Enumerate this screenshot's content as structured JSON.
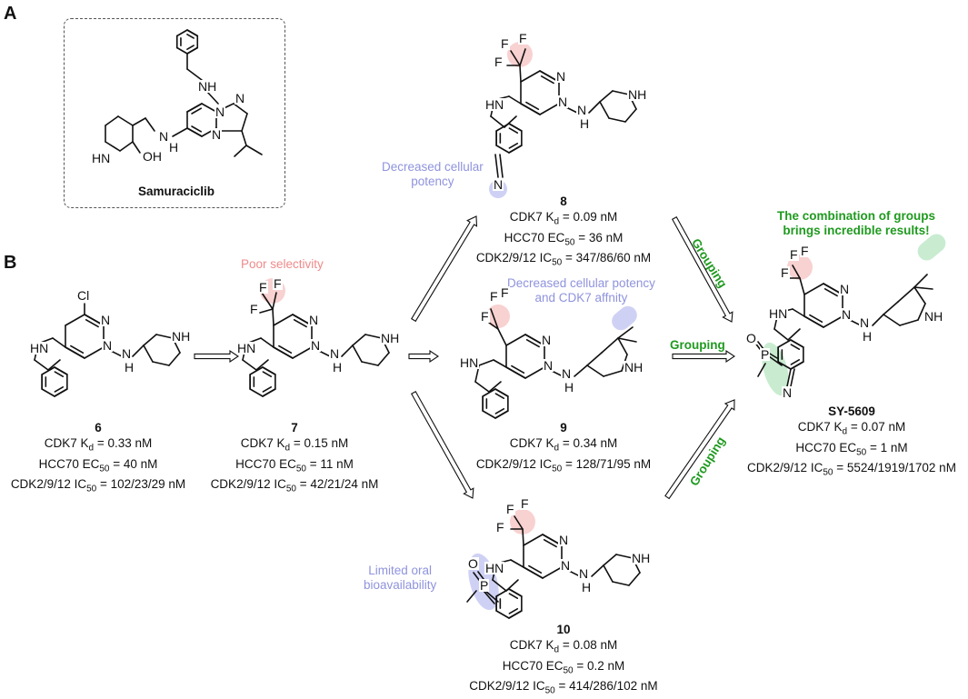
{
  "panels": {
    "a": "A",
    "b": "B"
  },
  "samuraciclib": {
    "name": "Samuraciclib"
  },
  "compounds": [
    {
      "id": "6",
      "lines": [
        {
          "pre": "CDK7 K",
          "sub": "d",
          "post": " = 0.33 nM"
        },
        {
          "pre": "HCC70 EC",
          "sub": "50",
          "post": " = 40 nM"
        },
        {
          "pre": "CDK2/9/12 IC",
          "sub": "50",
          "post": " = 102/23/29 nM"
        }
      ]
    },
    {
      "id": "7",
      "lines": [
        {
          "pre": "CDK7 K",
          "sub": "d",
          "post": " = 0.15 nM"
        },
        {
          "pre": "HCC70 EC",
          "sub": "50",
          "post": " = 11 nM"
        },
        {
          "pre": "CDK2/9/12 IC",
          "sub": "50",
          "post": " = 42/21/24 nM"
        }
      ]
    },
    {
      "id": "8",
      "lines": [
        {
          "pre": "CDK7 K",
          "sub": "d",
          "post": " = 0.09 nM"
        },
        {
          "pre": "HCC70 EC",
          "sub": "50",
          "post": " = 36 nM"
        },
        {
          "pre": "CDK2/9/12 IC",
          "sub": "50",
          "post": " = 347/86/60 nM"
        }
      ]
    },
    {
      "id": "9",
      "lines": [
        {
          "pre": "CDK7 K",
          "sub": "d",
          "post": " = 0.34 nM"
        },
        {
          "pre": "CDK2/9/12 IC",
          "sub": "50",
          "post": " = 128/71/95 nM"
        }
      ]
    },
    {
      "id": "10",
      "lines": [
        {
          "pre": "CDK7 K",
          "sub": "d",
          "post": " = 0.08 nM"
        },
        {
          "pre": "HCC70 EC",
          "sub": "50",
          "post": " = 0.2 nM"
        },
        {
          "pre": "CDK2/9/12 IC",
          "sub": "50",
          "post": " = 414/286/102 nM"
        }
      ]
    },
    {
      "id": "SY-5609",
      "lines": [
        {
          "pre": "CDK7 K",
          "sub": "d",
          "post": " = 0.07 nM"
        },
        {
          "pre": "HCC70 EC",
          "sub": "50",
          "post": " = 1 nM"
        },
        {
          "pre": "CDK2/9/12 IC",
          "sub": "50",
          "post": " = 5524/1919/1702 nM"
        }
      ]
    }
  ],
  "notes": {
    "poor_selectivity": "Poor selectivity",
    "decreased_cellular_1": "Decreased cellular",
    "decreased_cellular_2": "potency",
    "decreased_potency_1": "Decreased cellular potency",
    "decreased_potency_2": "and CDK7 affnity",
    "limited_oral_1": "Limited oral",
    "limited_oral_2": "bioavailability",
    "combination_1": "The combination of groups",
    "combination_2": "brings incredible results!"
  },
  "arrow_labels": {
    "grouping": "Grouping"
  },
  "atoms": {
    "nh": "NH",
    "hn": "HN",
    "n": "N",
    "h": "H",
    "oh": "OH",
    "cl": "Cl",
    "f": "F",
    "o": "O",
    "p": "P"
  },
  "colors": {
    "highlight_red": "#f7c9c9",
    "highlight_blue": "#c7c9f2",
    "highlight_green": "#bfe9c9",
    "note_red": "#f08a8a",
    "note_blue": "#8f93dd",
    "note_green": "#1f9a1f"
  }
}
